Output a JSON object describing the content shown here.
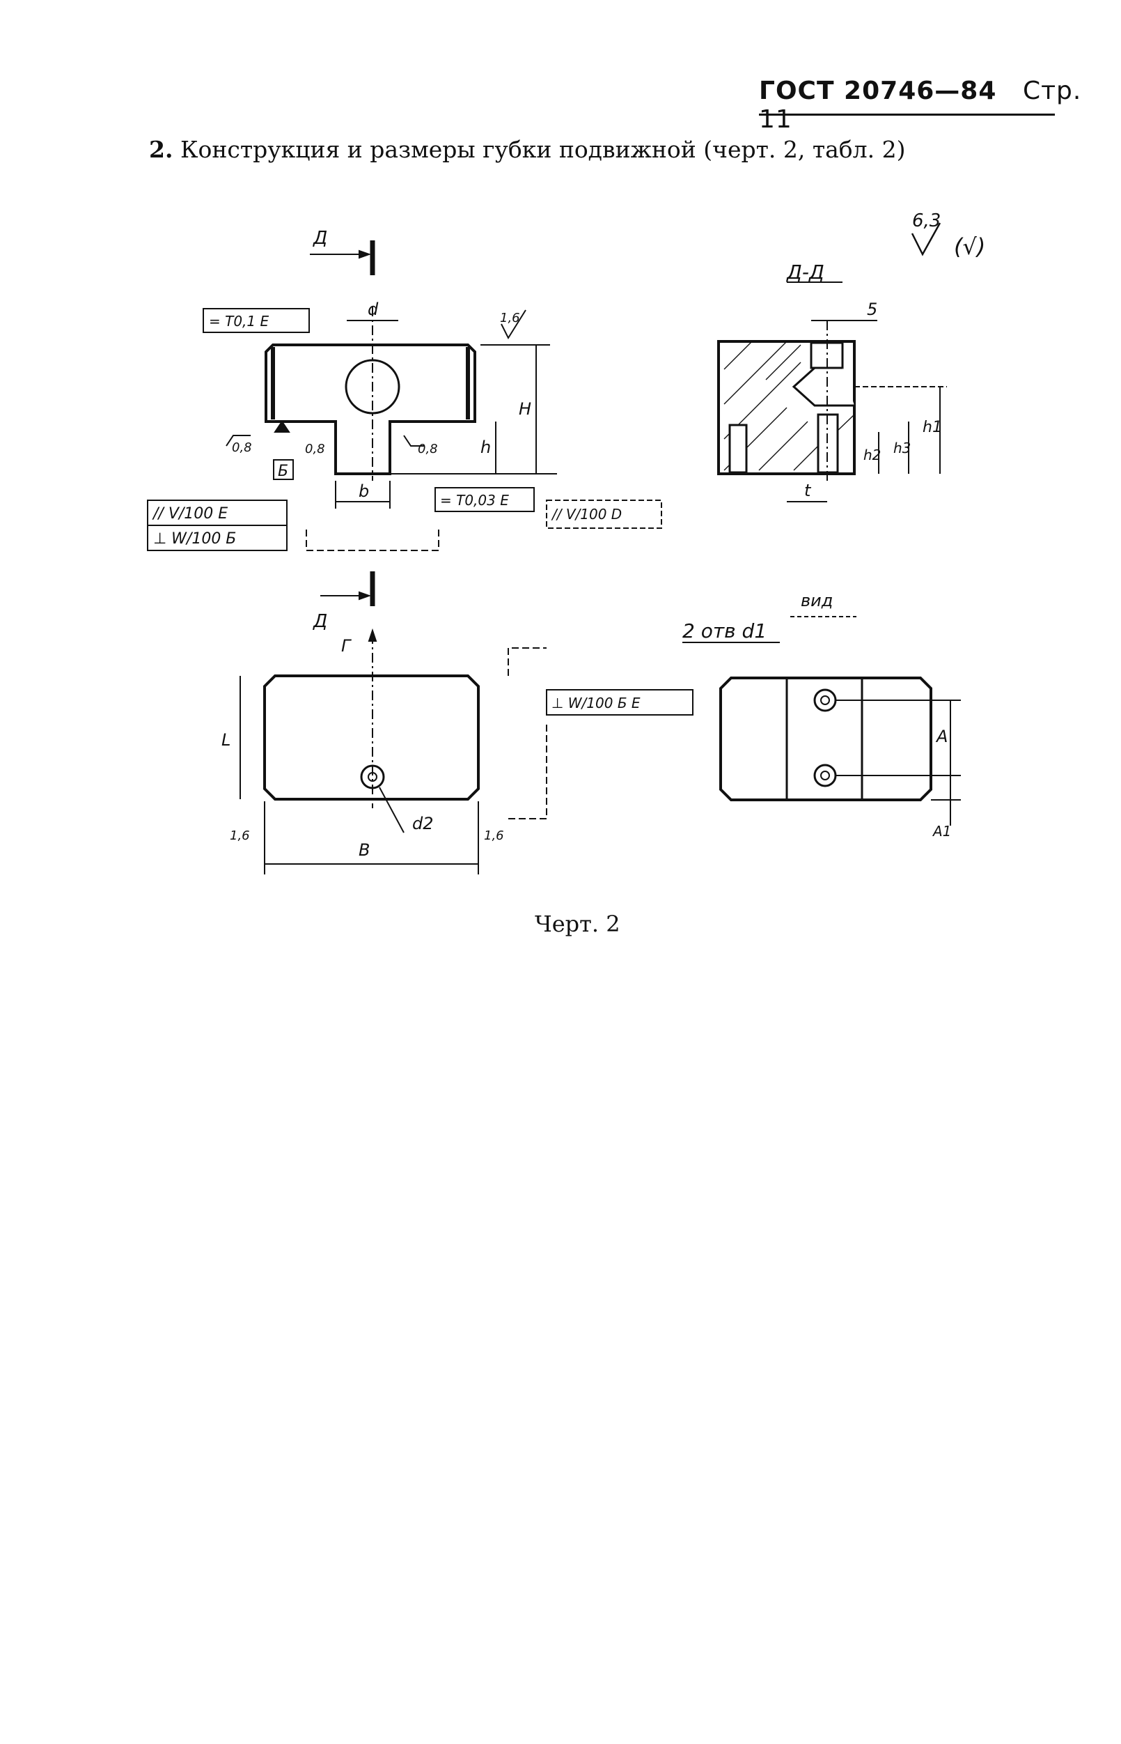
{
  "header": {
    "standard": "ГОСТ 20746—84",
    "page": "Стр. 11"
  },
  "section": {
    "number": "2.",
    "title": "Конструкция и размеры губки подвижной (черт. 2, табл. 2)"
  },
  "drawing": {
    "section_mark": "Д",
    "section_label": "Д-Д",
    "roughness_main": "6,3",
    "roughness_paren": "(√)",
    "labels": {
      "d": "d",
      "b": "b",
      "H": "H",
      "h": "h",
      "B": "B",
      "L": "L",
      "G": "Г",
      "t": "t",
      "h1": "h1",
      "h2": "h2",
      "h3": "h3",
      "A": "A",
      "A1": "A1",
      "d1_note": "2 отв d1",
      "d2": "d2",
      "dim5": "5",
      "var": "вид"
    },
    "roughness": [
      "1,6",
      "0,8",
      "0,8",
      "0,8",
      "1,6",
      "1,6"
    ],
    "datums": [
      "Б",
      "E"
    ],
    "tolerances": {
      "sym_top": "= T0,1 E",
      "sym_bottom": "= T0,03 E",
      "par_E": "// V/100 E",
      "perp_B": "⊥ W/100 Б",
      "par_D": "// V/100 D",
      "perp_right": "⊥ W/100 Б E"
    }
  },
  "caption": "Черт. 2"
}
